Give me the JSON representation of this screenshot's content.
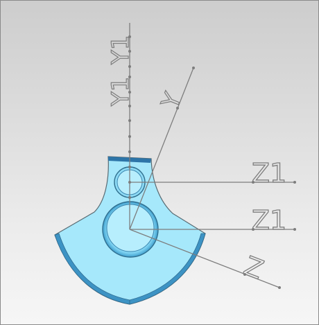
{
  "viewport": {
    "background_top": "#cdcdcd",
    "background_bottom": "#f6f6f6",
    "border_color": "#8a8a8a"
  },
  "part": {
    "fill": "#a6e8fb",
    "edge": "#3d93c4",
    "dark_edge": "#2d75a8",
    "outline": "#586a72"
  },
  "axes": {
    "color": "#7d7d7d",
    "vertical_label_1": "Y1",
    "vertical_label_2": "Y1",
    "diagonal_y_label": "Y",
    "z1_upper_label": "Z1",
    "z1_lower_label": "Z1",
    "z_label": "Z"
  }
}
